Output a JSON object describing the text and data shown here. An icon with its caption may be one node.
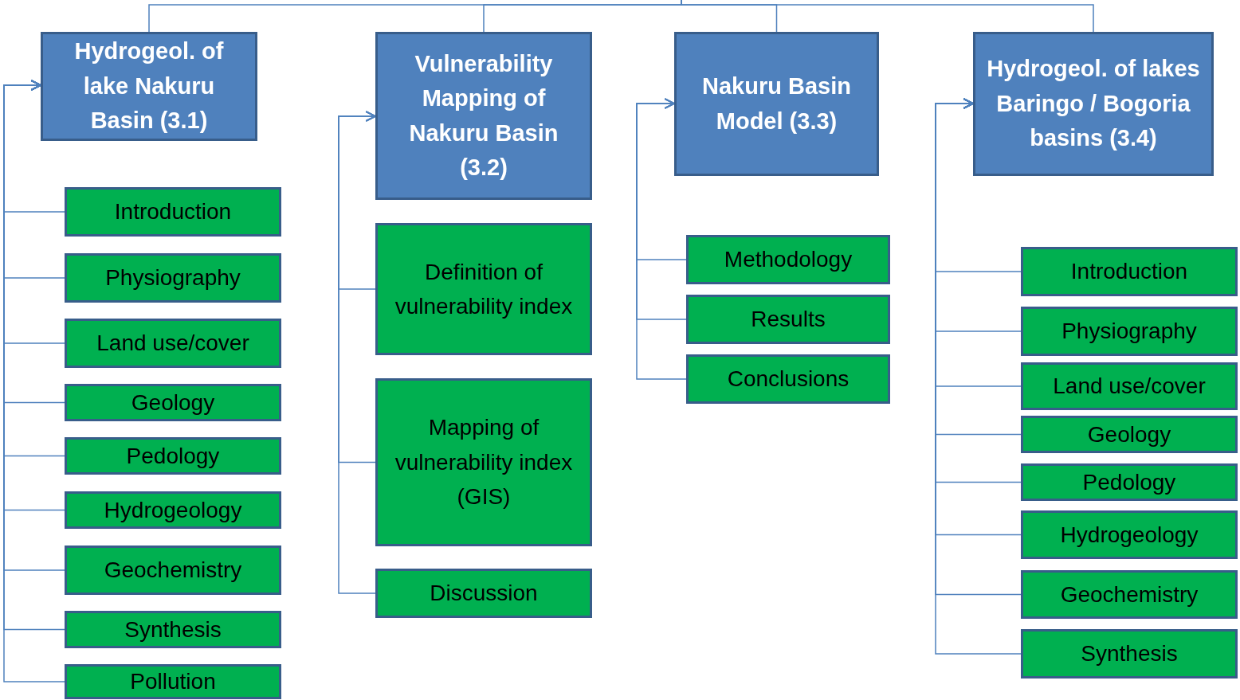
{
  "diagram": {
    "nodes": [
      {
        "text": [
          "Hydrogeol. of lake Nakuru Basin (3.1)"
        ]
      },
      {
        "text": [
          "Introduction"
        ]
      },
      {
        "text": [
          "Physiography"
        ]
      },
      {
        "text": [
          "Land use/cover"
        ]
      },
      {
        "text": [
          "Geology"
        ]
      },
      {
        "text": [
          "Pedology"
        ]
      },
      {
        "text": [
          "Hydrogeology"
        ]
      },
      {
        "text": [
          "Geochemistry"
        ]
      },
      {
        "text": [
          "Synthesis"
        ]
      },
      {
        "text": [
          "Pollution"
        ]
      },
      {
        "text": [
          "Vulnerability Mapping of Nakuru Basin (3.2)"
        ]
      },
      {
        "text": [
          "Definition of vulnerability index"
        ]
      },
      {
        "text": [
          "Mapping of vulnerability index (GIS)"
        ]
      },
      {
        "text": [
          "Discussion"
        ]
      },
      {
        "text": [
          "Nakuru Basin Model (3.3)"
        ]
      },
      {
        "text": [
          "Methodology"
        ]
      },
      {
        "text": [
          "Results"
        ]
      },
      {
        "text": [
          "Conclusions"
        ]
      },
      {
        "text": [
          "Hydrogeol. of lakes Baringo / Bogoria basins (3.4)"
        ]
      },
      {
        "text": [
          "Introduction"
        ]
      },
      {
        "text": [
          "Physiography"
        ]
      },
      {
        "text": [
          "Land use/cover"
        ]
      },
      {
        "text": [
          "Geology"
        ]
      },
      {
        "text": [
          "Pedology"
        ]
      },
      {
        "text": [
          "Hydrogeology"
        ]
      },
      {
        "text": [
          "Geochemistry"
        ]
      },
      {
        "text": [
          "Synthesis"
        ]
      }
    ],
    "edges": [
      {
        "from": null,
        "to": 0,
        "arrow": "none"
      },
      {
        "from": null,
        "to": 10,
        "arrow": "none"
      },
      {
        "from": null,
        "to": 14,
        "arrow": "none"
      },
      {
        "from": null,
        "to": 18,
        "arrow": "none"
      },
      {
        "from": 1,
        "to": 0,
        "arrow": "to"
      },
      {
        "from": 2,
        "to": 0,
        "arrow": "to"
      },
      {
        "from": 3,
        "to": 0,
        "arrow": "to"
      },
      {
        "from": 4,
        "to": 0,
        "arrow": "to"
      },
      {
        "from": 5,
        "to": 0,
        "arrow": "to"
      },
      {
        "from": 6,
        "to": 0,
        "arrow": "to"
      },
      {
        "from": 7,
        "to": 0,
        "arrow": "to"
      },
      {
        "from": 8,
        "to": 0,
        "arrow": "to"
      },
      {
        "from": 9,
        "to": 0,
        "arrow": "to"
      },
      {
        "from": 11,
        "to": 10,
        "arrow": "to"
      },
      {
        "from": 12,
        "to": 10,
        "arrow": "to"
      },
      {
        "from": 13,
        "to": 10,
        "arrow": "to"
      },
      {
        "from": 15,
        "to": 14,
        "arrow": "to"
      },
      {
        "from": 16,
        "to": 14,
        "arrow": "to"
      },
      {
        "from": 17,
        "to": 14,
        "arrow": "to"
      },
      {
        "from": 19,
        "to": 18,
        "arrow": "to"
      },
      {
        "from": 20,
        "to": 18,
        "arrow": "to"
      },
      {
        "from": 21,
        "to": 18,
        "arrow": "to"
      },
      {
        "from": 22,
        "to": 18,
        "arrow": "to"
      },
      {
        "from": 23,
        "to": 18,
        "arrow": "to"
      },
      {
        "from": 24,
        "to": 18,
        "arrow": "to"
      },
      {
        "from": 25,
        "to": 18,
        "arrow": "to"
      },
      {
        "from": 26,
        "to": 18,
        "arrow": "to"
      }
    ]
  }
}
